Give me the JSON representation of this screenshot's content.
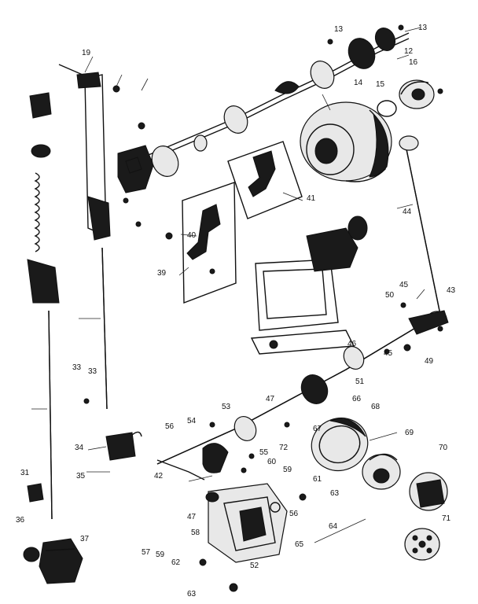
{
  "labels": [
    {
      "id": "p13a",
      "text": "13"
    },
    {
      "id": "p13b",
      "text": "13"
    },
    {
      "id": "p12",
      "text": "12"
    },
    {
      "id": "p16",
      "text": "16"
    },
    {
      "id": "p14",
      "text": "14"
    },
    {
      "id": "p15",
      "text": "15"
    },
    {
      "id": "p19",
      "text": "19"
    },
    {
      "id": "p44",
      "text": "44"
    },
    {
      "id": "p43",
      "text": "43"
    },
    {
      "id": "p45a",
      "text": "45"
    },
    {
      "id": "p45b",
      "text": "45"
    },
    {
      "id": "p49",
      "text": "49"
    },
    {
      "id": "p50",
      "text": "50"
    },
    {
      "id": "p41",
      "text": "41"
    },
    {
      "id": "p40",
      "text": "40"
    },
    {
      "id": "p39",
      "text": "39"
    },
    {
      "id": "p33a",
      "text": "33"
    },
    {
      "id": "p33b",
      "text": "33"
    },
    {
      "id": "p34",
      "text": "34"
    },
    {
      "id": "p35",
      "text": "35"
    },
    {
      "id": "p31",
      "text": "31"
    },
    {
      "id": "p36",
      "text": "36"
    },
    {
      "id": "p37",
      "text": "37"
    },
    {
      "id": "p47a",
      "text": "47"
    },
    {
      "id": "p47b",
      "text": "47"
    },
    {
      "id": "p53",
      "text": "53"
    },
    {
      "id": "p54",
      "text": "54"
    },
    {
      "id": "p55",
      "text": "55"
    },
    {
      "id": "p56a",
      "text": "56"
    },
    {
      "id": "p56b",
      "text": "56"
    },
    {
      "id": "p57",
      "text": "57"
    },
    {
      "id": "p58",
      "text": "58"
    },
    {
      "id": "p59a",
      "text": "59"
    },
    {
      "id": "p59b",
      "text": "59"
    },
    {
      "id": "p60",
      "text": "60"
    },
    {
      "id": "p61",
      "text": "61"
    },
    {
      "id": "p62",
      "text": "62"
    },
    {
      "id": "p63a",
      "text": "63"
    },
    {
      "id": "p63b",
      "text": "63"
    },
    {
      "id": "p64",
      "text": "64"
    },
    {
      "id": "p65",
      "text": "65"
    },
    {
      "id": "p66",
      "text": "66"
    },
    {
      "id": "p67",
      "text": "67"
    },
    {
      "id": "p68",
      "text": "68"
    },
    {
      "id": "p69",
      "text": "69"
    },
    {
      "id": "p70",
      "text": "70"
    },
    {
      "id": "p71",
      "text": "71"
    },
    {
      "id": "p72",
      "text": "72"
    },
    {
      "id": "p42",
      "text": "42"
    },
    {
      "id": "p51",
      "text": "51"
    },
    {
      "id": "p52",
      "text": "52"
    },
    {
      "id": "p46",
      "text": "46"
    }
  ]
}
